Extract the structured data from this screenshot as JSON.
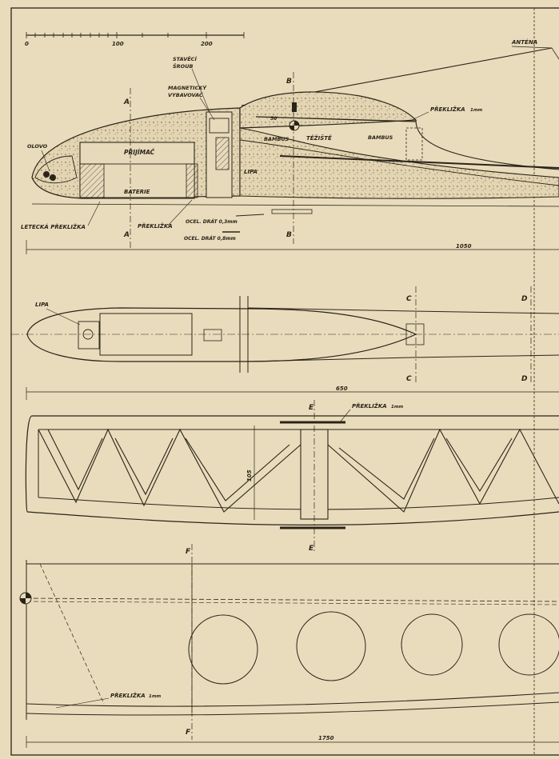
{
  "scale": {
    "ticks": [
      "0",
      "100",
      "200"
    ]
  },
  "labels": {
    "antena": "ANTÉNA",
    "stavici_sroub_1": "STAVĚCÍ",
    "stavici_sroub_2": "ŠROUB",
    "magneticky_1": "MAGNETICKÝ",
    "magneticky_2": "VYBAVOVAČ",
    "preklizka_1mm": "PŘEKLIŽKA",
    "unit_1mm": "1mm",
    "olovo": "OLOVO",
    "prijimac": "PŘIJÍMAČ",
    "bambus": "BAMBUS",
    "teziste": "TĚŽIŠTĚ",
    "lipa": "LIPA",
    "baterie": "BATERIE",
    "letecka_preklizka": "LETECKÁ PŘEKLIŽKA",
    "preklizka": "PŘEKLIŽKA",
    "ocel_drat_03": "OCEL. DRÁT 0,3mm",
    "ocel_drat_08": "OCEL. DRÁT 0,8mm",
    "angle_50": "50"
  },
  "sections": {
    "A": "A",
    "B": "B",
    "C": "C",
    "D": "D",
    "E": "E",
    "F": "F"
  },
  "dimensions": {
    "fuselage": "1050",
    "wing_segment": "650",
    "height": "105",
    "wing_span": "1750"
  },
  "colors": {
    "paper": "#e9dcbc",
    "ink": "#2a2419",
    "fill": "#d9ccaa"
  }
}
